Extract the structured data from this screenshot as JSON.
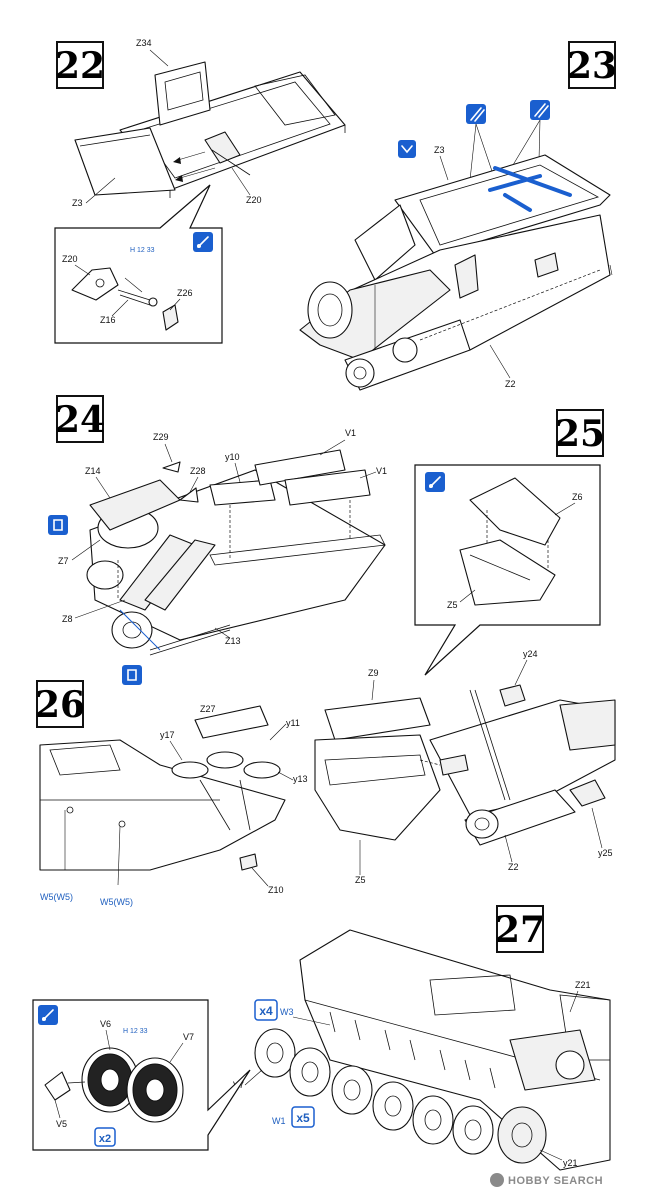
{
  "steps": {
    "s22": {
      "number": "22",
      "labels": {
        "z34": "Z34",
        "z3": "Z3",
        "z20": "Z20",
        "detail_z20": "Z20",
        "z16": "Z16",
        "z26": "Z26",
        "paint": "H 12 33"
      }
    },
    "s23": {
      "number": "23",
      "labels": {
        "z3": "Z3",
        "z2": "Z2"
      }
    },
    "s24": {
      "number": "24",
      "labels": {
        "z29": "Z29",
        "z14": "Z14",
        "z28": "Z28",
        "y10": "y10",
        "v1a": "V1",
        "v1b": "V1",
        "z7": "Z7",
        "z8": "Z8",
        "z13": "Z13"
      }
    },
    "s25": {
      "number": "25",
      "labels": {
        "z6": "Z6",
        "z5": "Z5",
        "z9": "Z9",
        "y24": "y24",
        "z5b": "Z5",
        "z2": "Z2",
        "y25": "y25"
      }
    },
    "s26": {
      "number": "26",
      "labels": {
        "z27": "Z27",
        "y11": "y11",
        "y17": "y17",
        "y13": "y13",
        "z10": "Z10",
        "w5a": "W5(W5)",
        "w5b": "W5(W5)"
      }
    },
    "s27": {
      "number": "27",
      "labels": {
        "z21": "Z21",
        "w3": "W3",
        "v7": "V7",
        "w1": "W1",
        "y21": "y21",
        "x4": "x4",
        "x5": "x5",
        "detail_v6": "V6",
        "detail_v7": "V7",
        "detail_v5": "V5",
        "detail_x2": "x2",
        "paint": "H 12 33"
      }
    }
  },
  "watermark": "HOBBY SEARCH",
  "colors": {
    "accent": "#1a5fcf",
    "line": "#111111"
  }
}
